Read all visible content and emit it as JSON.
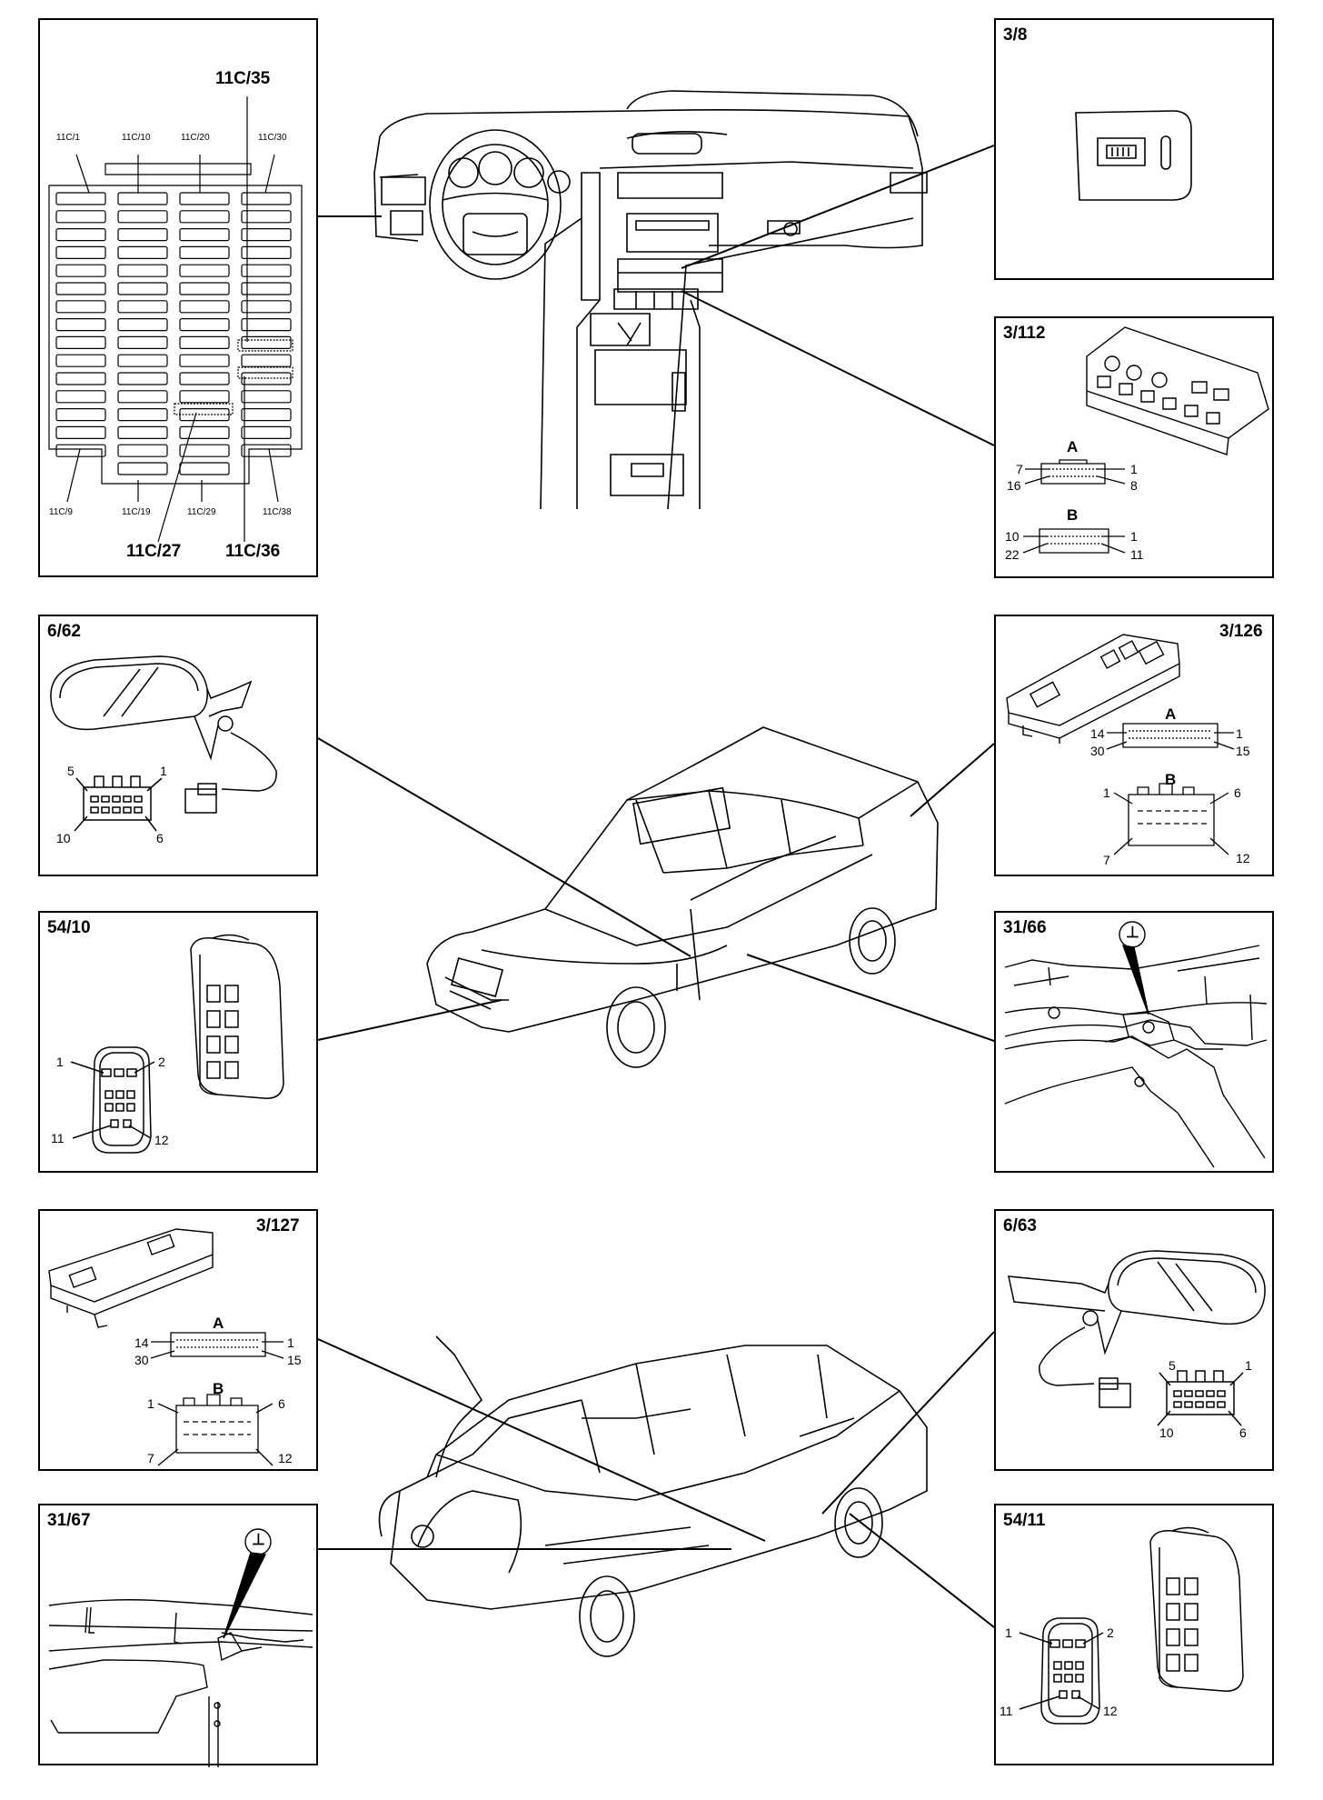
{
  "fusebox": {
    "top_labels": [
      "11C/1",
      "11C/10",
      "11C/20",
      "11C/30"
    ],
    "bottom_labels": [
      "11C/9",
      "11C/19",
      "11C/29",
      "11C/38"
    ],
    "callout_top": "11C/35",
    "callout_bottom_left": "11C/27",
    "callout_bottom_right": "11C/36"
  },
  "panels": {
    "p3_8": {
      "code": "3/8"
    },
    "p3_112": {
      "code": "3/112",
      "conn_a": {
        "name": "A",
        "pins": [
          "7",
          "1",
          "16",
          "8"
        ]
      },
      "conn_b": {
        "name": "B",
        "pins": [
          "10",
          "1",
          "22",
          "11"
        ]
      }
    },
    "p6_62": {
      "code": "6/62",
      "pins": [
        "5",
        "1",
        "10",
        "6"
      ]
    },
    "p3_126": {
      "code": "3/126",
      "conn_a": {
        "name": "A",
        "pins": [
          "14",
          "1",
          "30",
          "15"
        ]
      },
      "conn_b": {
        "name": "B",
        "pins": [
          "1",
          "6",
          "7",
          "12"
        ]
      }
    },
    "p54_10": {
      "code": "54/10",
      "pins": [
        "1",
        "2",
        "11",
        "12"
      ]
    },
    "p31_66": {
      "code": "31/66",
      "ground_symbol": "⊥"
    },
    "p3_127": {
      "code": "3/127",
      "conn_a": {
        "name": "A",
        "pins": [
          "14",
          "1",
          "30",
          "15"
        ]
      },
      "conn_b": {
        "name": "B",
        "pins": [
          "1",
          "6",
          "7",
          "12"
        ]
      }
    },
    "p6_63": {
      "code": "6/63",
      "pins": [
        "5",
        "1",
        "10",
        "6"
      ]
    },
    "p31_67": {
      "code": "31/67",
      "ground_symbol": "⊥"
    },
    "p54_11": {
      "code": "54/11",
      "pins": [
        "1",
        "2",
        "11",
        "12"
      ]
    }
  }
}
